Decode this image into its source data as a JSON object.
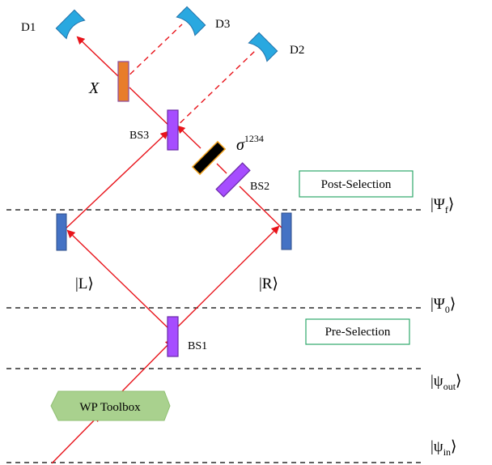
{
  "colors": {
    "beam": "#e8141b",
    "splitter": "#a64dff",
    "mirror": "#4472c4",
    "detector": "#29a8e0",
    "x_element": "#e87d2b",
    "sigma_element": "#000000",
    "sigma_border": "#f5a623",
    "toolbox_fill": "#a9d18e",
    "box_border": "#2ea86b"
  },
  "detectors": {
    "d1": "D1",
    "d2": "D2",
    "d3": "D3"
  },
  "elements": {
    "x": "X",
    "bs1": "BS1",
    "bs2": "BS2",
    "bs3": "BS3",
    "sigma_base": "σ",
    "sigma_sup": "1234",
    "toolbox": "WP Toolbox"
  },
  "boxes": {
    "post_selection": "Post-Selection",
    "pre_selection": "Pre-Selection"
  },
  "paths": {
    "left": "|L⟩",
    "right": "|R⟩"
  },
  "states": {
    "psi_f_base": "|Ψ",
    "psi_f_sub": "f",
    "psi_0_base": "|Ψ",
    "psi_0_sub": "0",
    "psi_out_base": "|ψ",
    "psi_out_sub": "out",
    "psi_in_base": "|ψ",
    "psi_in_sub": "in",
    "ket_close": "⟩"
  }
}
